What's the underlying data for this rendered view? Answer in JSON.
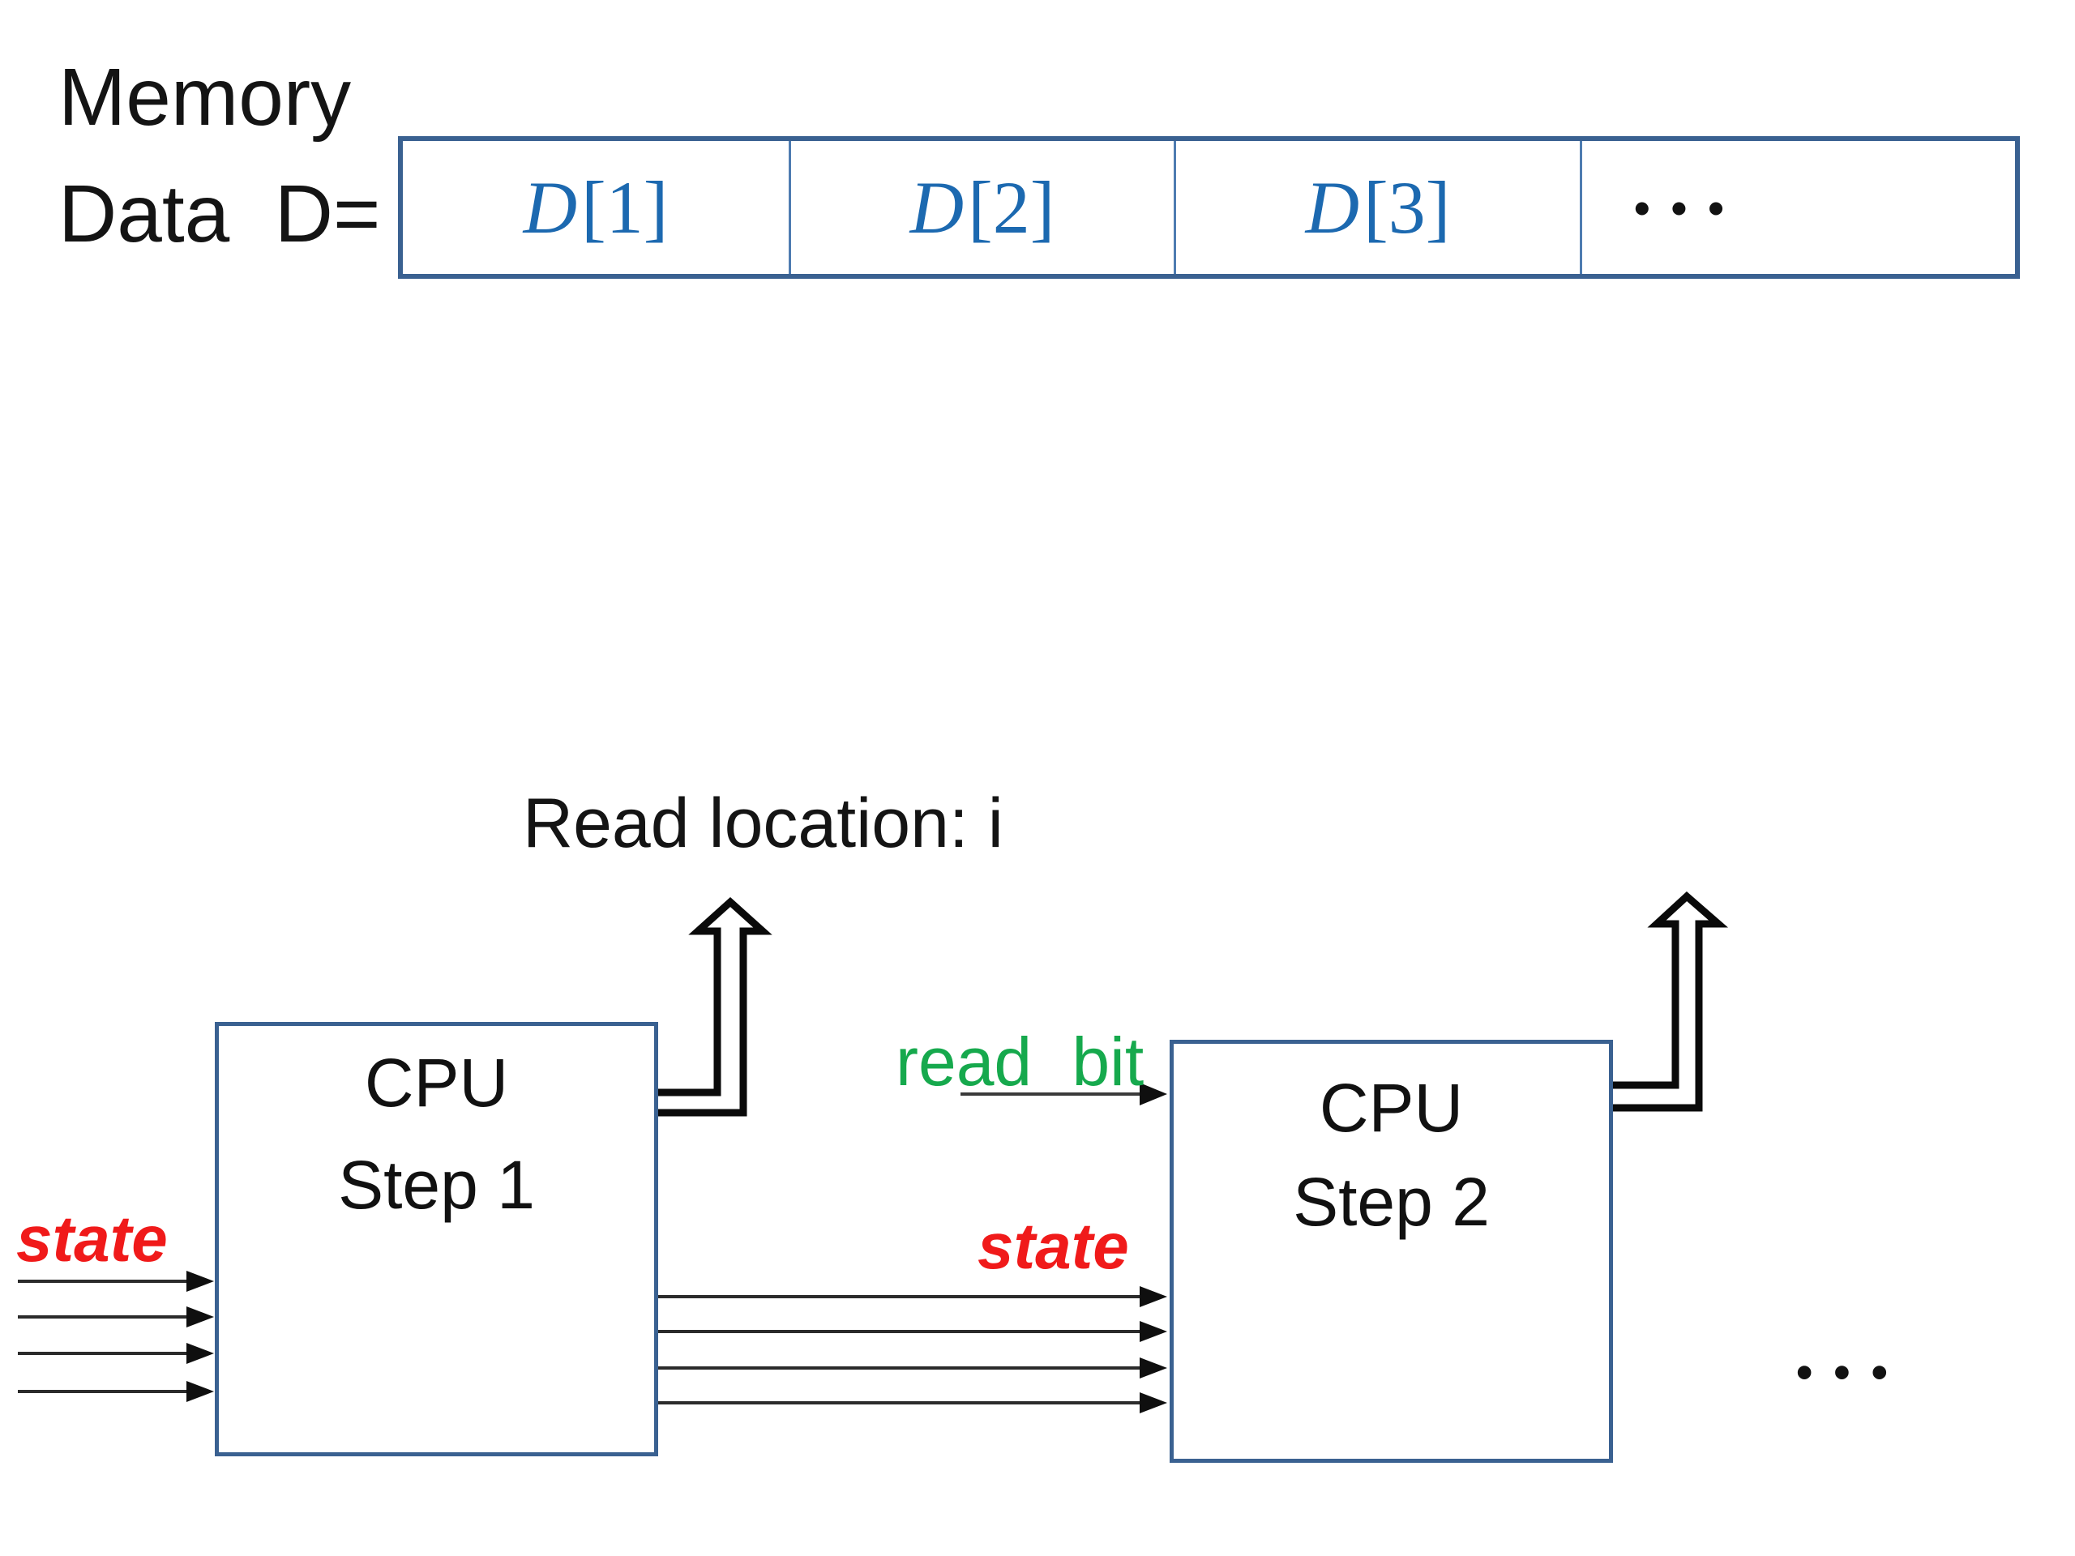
{
  "memory": {
    "label_line1": "Memory",
    "label_line2": "Data  D=",
    "cells": [
      {
        "variable": "D",
        "index": "[1]"
      },
      {
        "variable": "D",
        "index": "[2]"
      },
      {
        "variable": "D",
        "index": "[3]"
      }
    ],
    "ellipsis": "•••"
  },
  "cpu_step1": {
    "title": "CPU",
    "subtitle": "Step 1"
  },
  "cpu_step2": {
    "title": "CPU",
    "subtitle": "Step 2"
  },
  "annotations": {
    "read_location": "Read location: i",
    "read_bit": "read bit",
    "state_left": "state",
    "state_middle": "state",
    "continuation_ellipsis": "•••"
  },
  "colors": {
    "box_border_blue": "#3a6191",
    "cell_divider_blue": "#4e7cb1",
    "math_blue": "#1c69b0",
    "state_red": "#f01a1a",
    "read_bit_green": "#16a94d",
    "ink_black": "#141414",
    "wire_gray": "#2b2b2b"
  }
}
